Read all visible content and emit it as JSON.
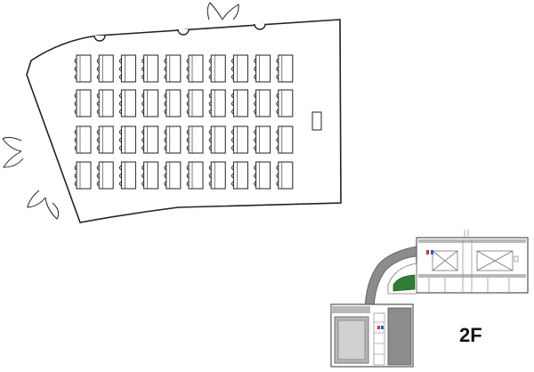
{
  "floor": {
    "label": "2F"
  },
  "room": {
    "layout": "classroom",
    "rows": 4,
    "columns": 10
  },
  "colors": {
    "outline": "#222222",
    "corridor": "#8c8c8c",
    "wall_gray": "#b8b8b8",
    "highlight_room": "#2e7d32",
    "restroom_red": "#d32f2f",
    "restroom_blue": "#1565c0"
  }
}
